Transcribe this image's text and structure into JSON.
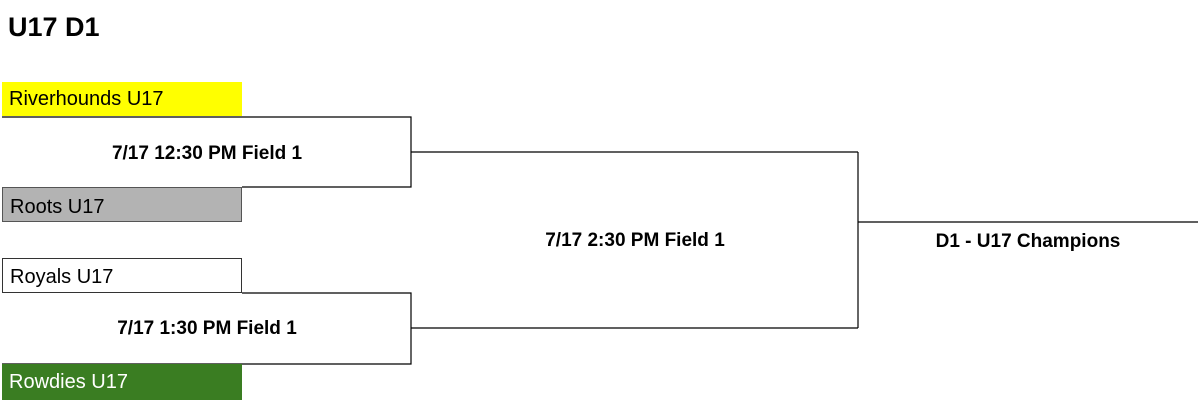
{
  "title": "U17 D1",
  "colors": {
    "team1_bg": "#ffff00",
    "team2_bg": "#b3b3b3",
    "team3_bg": "#ffffff",
    "team4_bg": "#3a7d22",
    "team4_text": "#ffffff",
    "line": "#000000"
  },
  "round1": [
    {
      "game_label": "7/17 12:30 PM Field 1",
      "teams": [
        "Riverhounds U17",
        "Roots U17"
      ]
    },
    {
      "game_label": "7/17 1:30 PM Field 1",
      "teams": [
        "Royals U17",
        "Rowdies U17"
      ]
    }
  ],
  "final": {
    "game_label": "7/17 2:30 PM Field 1"
  },
  "champion_label": "D1 - U17 Champions"
}
